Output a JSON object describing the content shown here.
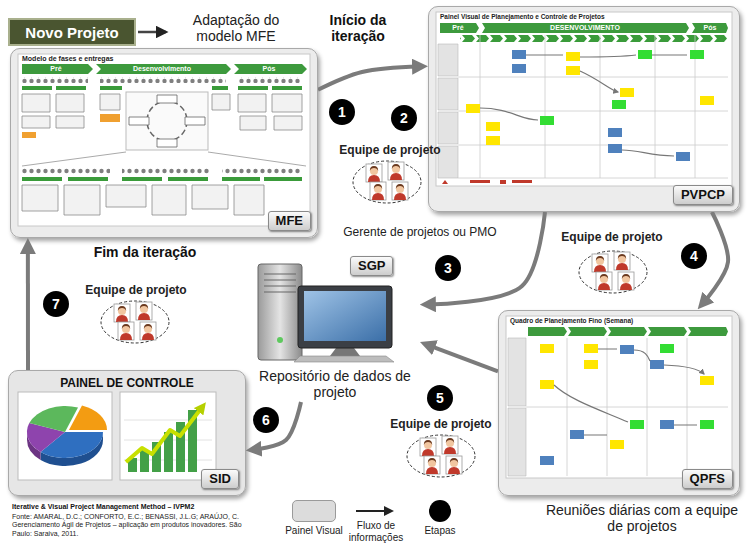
{
  "diagram": {
    "caption": "Iterative & Visual Project Management Method – IVPM2",
    "nodes": [
      {
        "text": [
          "Novo Projeto"
        ]
      },
      {
        "text": [
          "MFE"
        ]
      },
      {
        "text": [
          "PVPCP"
        ]
      },
      {
        "text": [
          "SGP",
          "Repositório de dados de projeto"
        ]
      },
      {
        "text": [
          "QPFS"
        ]
      },
      {
        "text": [
          "PAINEL DE CONTROLE",
          "SID"
        ]
      }
    ],
    "edges": [
      {
        "from": 1,
        "to": 2,
        "arrow": "to"
      },
      {
        "from": 2,
        "to": 3,
        "arrow": "to"
      },
      {
        "from": 2,
        "to": 4,
        "arrow": "to"
      },
      {
        "from": 4,
        "to": 3,
        "arrow": "to"
      },
      {
        "from": 3,
        "to": 5,
        "arrow": "to"
      },
      {
        "from": 5,
        "to": 1,
        "arrow": "to"
      }
    ],
    "labels": [
      "Adaptação do modelo MFE",
      "Início da iteração",
      "1",
      "2",
      "Equipe de projeto",
      "Gerente de projetos ou PMO",
      "3",
      "Equipe de projeto",
      "4",
      "5",
      "Equipe de projeto",
      "6",
      "7",
      "Equipe de projeto",
      "Fim da iteração",
      "Reuniões diárias com a equipe de projetos",
      "Modelo de fases e entregas",
      "Pré",
      "Desenvolvimento",
      "Pós",
      "Painel Visual de Planejamento e Controle de Projetos",
      "Pré",
      "DESENVOLVIMENTO",
      "Pós",
      "Quadro de Planejamento Fino (Semana)",
      "Fonte: AMARAL, D.C.; CONFORTO, E.C.; BENASSI, J.L.G; ARAÚJO, C. Gerenciamento Ágil de Projetos – aplicação em produtos inovadores. São Paulo: Saraiva, 2011."
    ],
    "legend": [
      {
        "text": "Painel Visual",
        "color": "#dcdcdc"
      },
      {
        "text": "Fluxo de informações"
      },
      {
        "text": "Etapas",
        "color": "#000000"
      }
    ]
  }
}
